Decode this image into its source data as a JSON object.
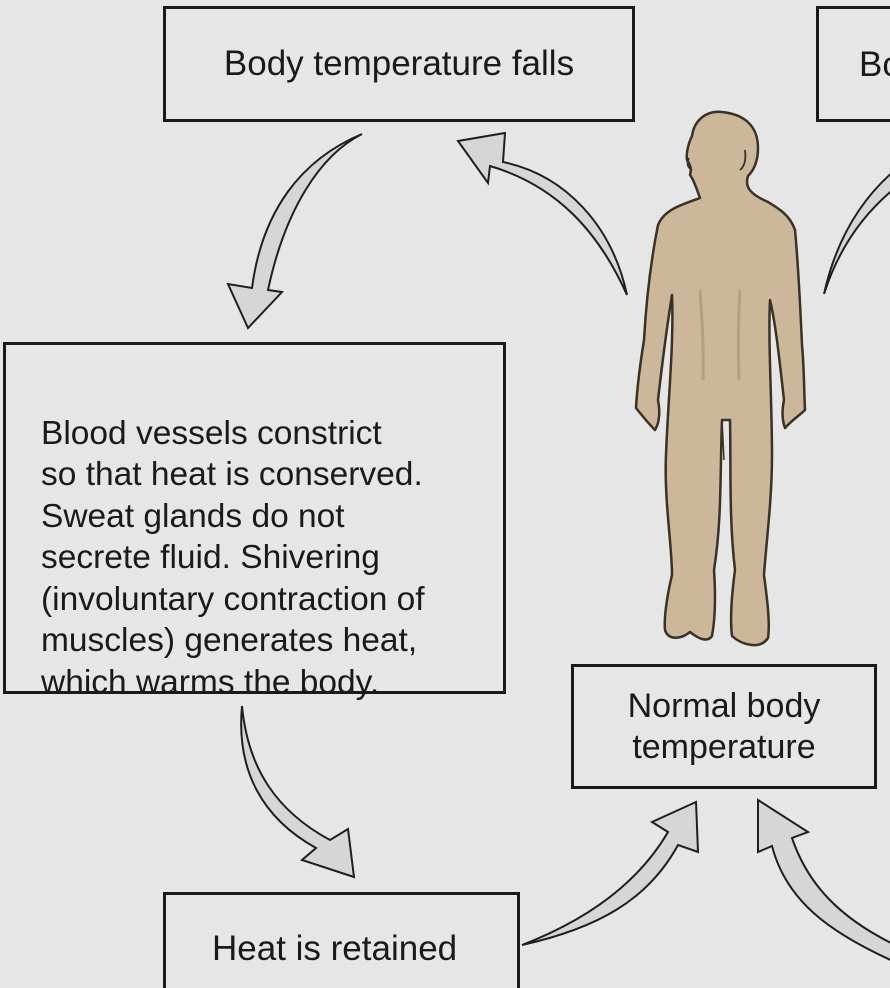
{
  "boxes": {
    "body_temperature_falls": "Body temperature falls",
    "body_temperature_rises_partial": "Bo",
    "response": "Blood vessels constrict\nso that heat is conserved.\nSweat glands do not\nsecrete fluid. Shivering\n(involuntary contraction of\nmuscles) generates heat,\nwhich warms the body.",
    "normal_body_temperature": "Normal body\ntemperature",
    "heat_is_retained": "Heat is retained"
  },
  "colors": {
    "background": "#e6e6e6",
    "arrow_fill": "#d6d6d6",
    "arrow_stroke": "#1f1f1f",
    "figure_fill": "#cdb79a",
    "figure_stroke": "#3a3127",
    "box_border": "#1a1a1a"
  },
  "icons": {
    "figure": "human-body-silhouette",
    "arrows": "curved-arrow"
  }
}
